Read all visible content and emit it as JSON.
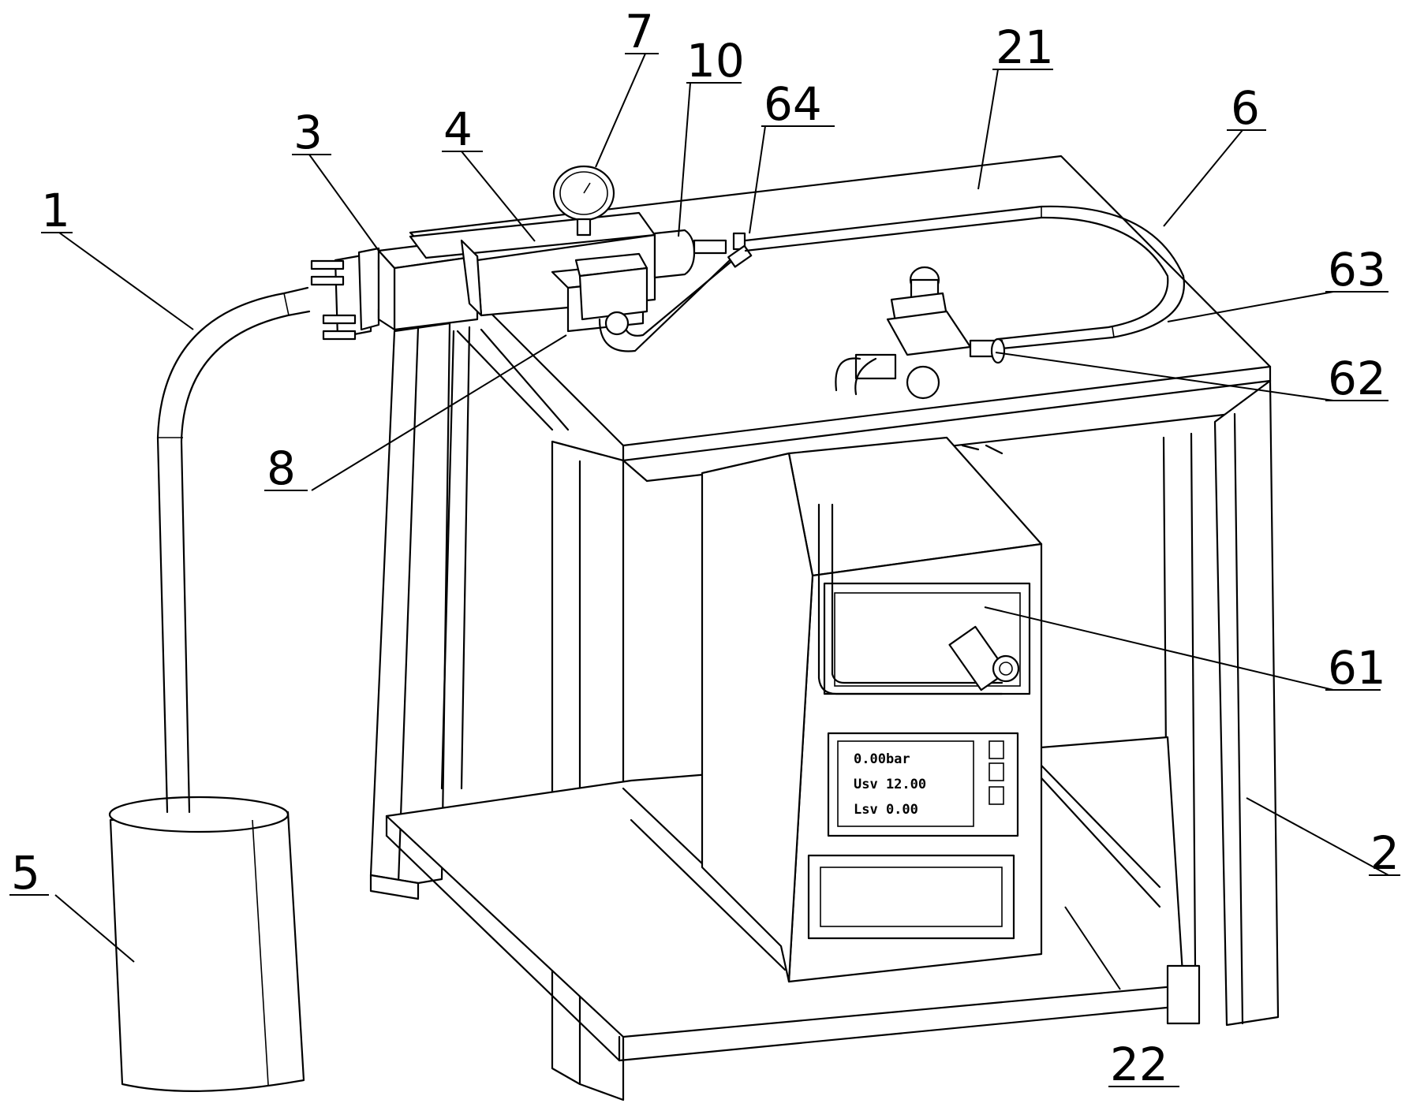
{
  "figure": {
    "labels": [
      {
        "id": "1",
        "text": "1"
      },
      {
        "id": "3",
        "text": "3"
      },
      {
        "id": "4",
        "text": "4"
      },
      {
        "id": "7",
        "text": "7"
      },
      {
        "id": "10",
        "text": "10"
      },
      {
        "id": "64",
        "text": "64"
      },
      {
        "id": "21",
        "text": "21"
      },
      {
        "id": "6",
        "text": "6"
      },
      {
        "id": "63",
        "text": "63"
      },
      {
        "id": "62",
        "text": "62"
      },
      {
        "id": "8",
        "text": "8"
      },
      {
        "id": "61",
        "text": "61"
      },
      {
        "id": "2",
        "text": "2"
      },
      {
        "id": "5",
        "text": "5"
      },
      {
        "id": "22",
        "text": "22"
      }
    ],
    "display": {
      "line1": "0.00bar",
      "line2": "Usv  12.00",
      "line3": "Lsv   0.00"
    }
  }
}
